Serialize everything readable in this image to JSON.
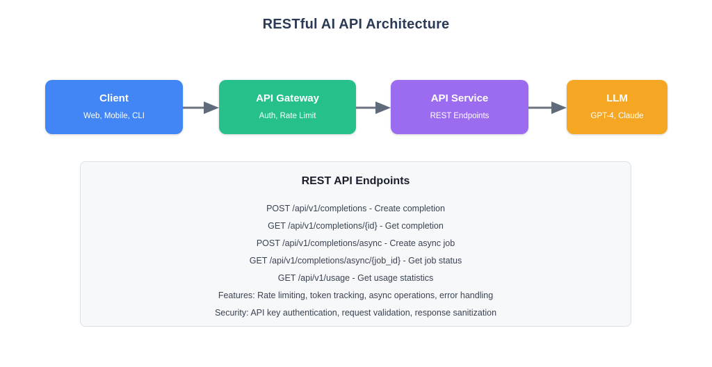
{
  "title": "RESTful AI API Architecture",
  "colors": {
    "client": "#4285f4",
    "gateway": "#26c08a",
    "service": "#9c6cf0",
    "llm": "#f5a623",
    "arrow": "#6b7280",
    "title_text": "#2b3a55",
    "panel_bg": "#f7f8fa",
    "panel_border": "#dcdfe4"
  },
  "flow": {
    "nodes": [
      {
        "id": "client",
        "title": "Client",
        "subtitle": "Web, Mobile, CLI"
      },
      {
        "id": "gateway",
        "title": "API Gateway",
        "subtitle": "Auth, Rate Limit"
      },
      {
        "id": "service",
        "title": "API Service",
        "subtitle": "REST Endpoints"
      },
      {
        "id": "llm",
        "title": "LLM",
        "subtitle": "GPT-4, Claude"
      }
    ],
    "arrows": [
      {
        "id": "arrow-1",
        "from": "client",
        "to": "gateway",
        "icon": "arrow-right-icon"
      },
      {
        "id": "arrow-2",
        "from": "gateway",
        "to": "service",
        "icon": "arrow-right-icon"
      },
      {
        "id": "arrow-3",
        "from": "service",
        "to": "llm",
        "icon": "arrow-right-icon"
      }
    ]
  },
  "panel": {
    "heading": "REST API Endpoints",
    "lines": [
      "POST /api/v1/completions - Create completion",
      "GET /api/v1/completions/{id} - Get completion",
      "POST /api/v1/completions/async - Create async job",
      "GET /api/v1/completions/async/{job_id} - Get job status",
      "GET /api/v1/usage - Get usage statistics",
      "Features: Rate limiting, token tracking, async operations, error handling",
      "Security: API key authentication, request validation, response sanitization"
    ]
  }
}
